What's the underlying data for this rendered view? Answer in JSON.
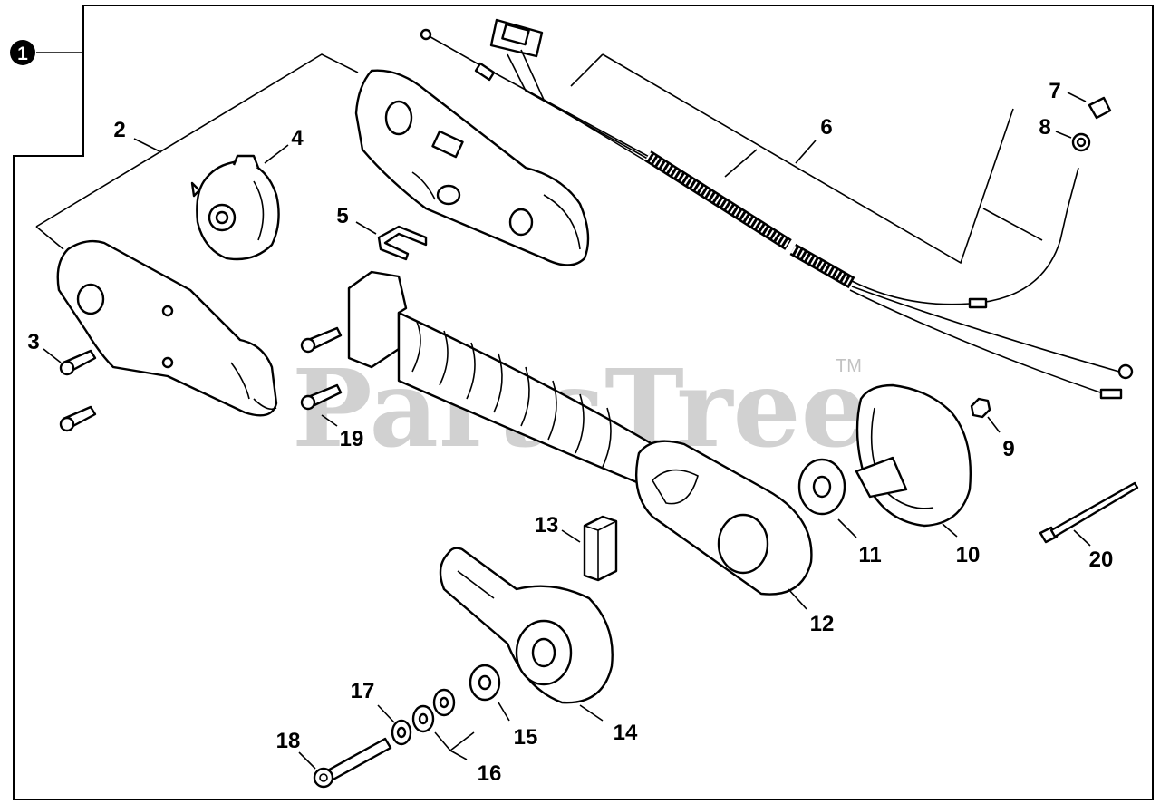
{
  "diagram": {
    "assembly_number": "1",
    "watermark": "PartsTree",
    "trademark": "TM",
    "part_labels": [
      "2",
      "3",
      "4",
      "5",
      "6",
      "7",
      "8",
      "9",
      "10",
      "11",
      "12",
      "13",
      "14",
      "15",
      "16",
      "17",
      "18",
      "19",
      "20"
    ]
  }
}
